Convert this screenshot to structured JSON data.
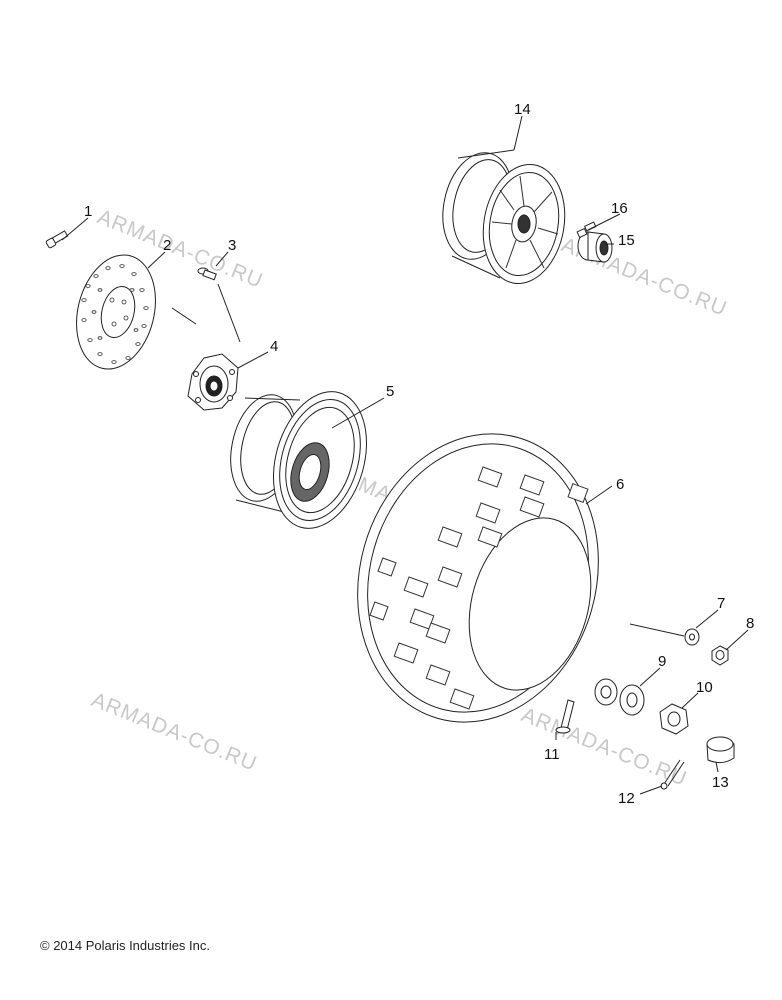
{
  "callouts": [
    "1",
    "2",
    "3",
    "4",
    "5",
    "6",
    "7",
    "8",
    "9",
    "10",
    "11",
    "12",
    "13",
    "14",
    "15",
    "16"
  ],
  "watermark": "ARMADA-CO.RU",
  "copyright": "© 2014 Polaris Industries Inc."
}
